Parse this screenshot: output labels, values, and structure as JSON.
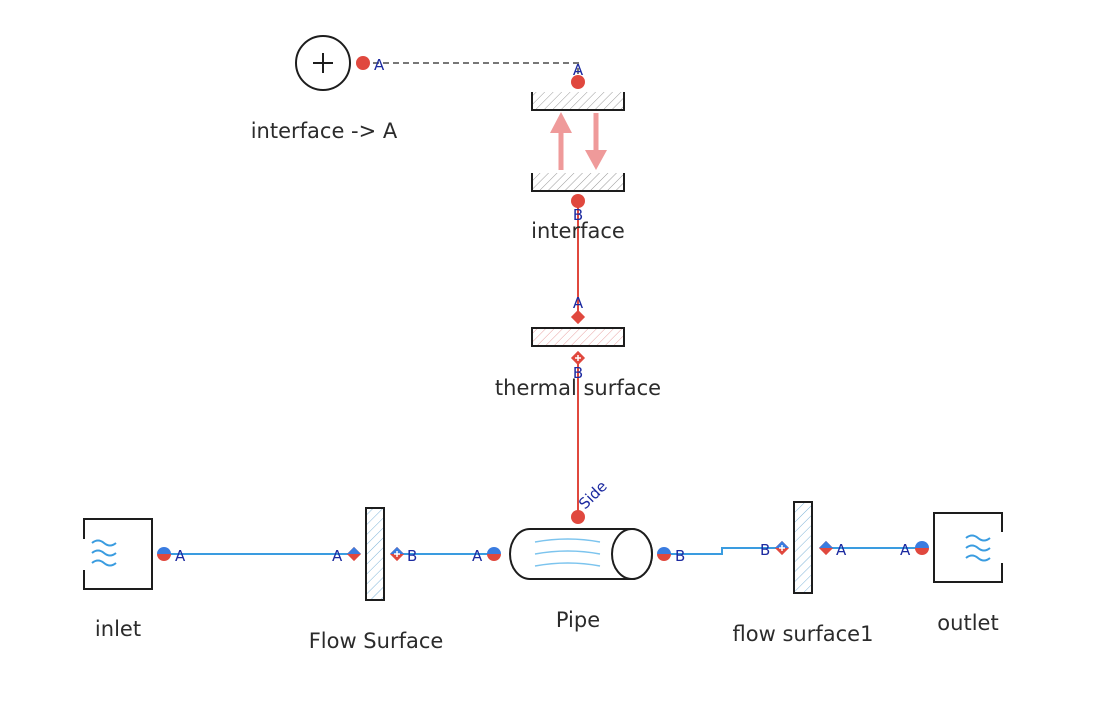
{
  "components": {
    "interface_source": {
      "label": "interface -> A",
      "port": "A"
    },
    "interface": {
      "label": "interface",
      "port_top": "A",
      "port_bottom": "B"
    },
    "thermal_surface": {
      "label": "thermal surface",
      "port_top": "A",
      "port_bottom": "B"
    },
    "pipe": {
      "label": "Pipe",
      "port_left": "A",
      "port_right": "B",
      "port_side": "Side"
    },
    "inlet": {
      "label": "inlet",
      "port": "A"
    },
    "flow_surface": {
      "label": "Flow Surface",
      "port_left": "A",
      "port_right": "B"
    },
    "flow_surface1": {
      "label": "flow surface1",
      "port_left": "B",
      "port_right": "A"
    },
    "outlet": {
      "label": "outlet",
      "port": "A"
    }
  },
  "colors": {
    "flow_wire": "#3a9ce0",
    "heat_wire": "#e0483e",
    "port_red": "#e0483e",
    "port_blue": "#3a7ce0",
    "arrow": "#ef9a9a",
    "label_text": "#2b2b2b",
    "port_text": "#1c2aa0"
  }
}
